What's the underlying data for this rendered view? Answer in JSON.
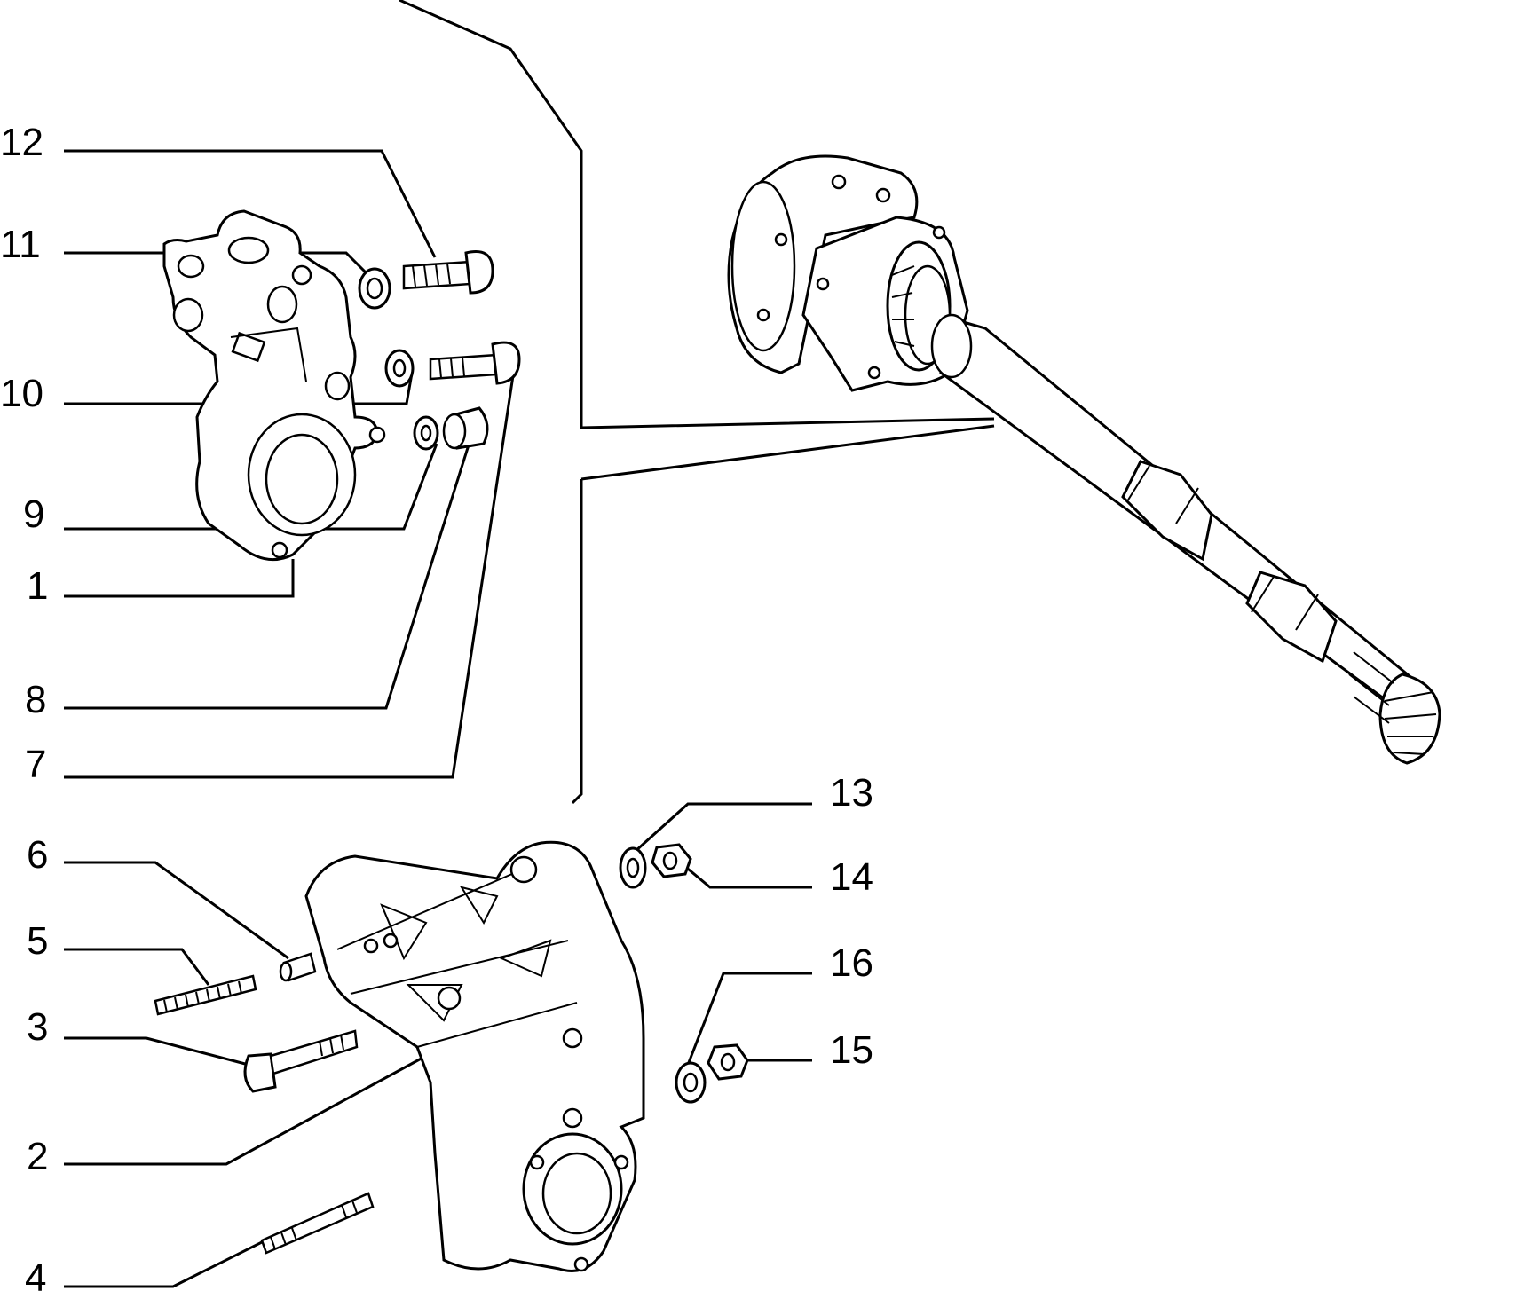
{
  "callouts": [
    {
      "id": "12",
      "label": "12"
    },
    {
      "id": "11",
      "label": "11"
    },
    {
      "id": "10",
      "label": "10"
    },
    {
      "id": "9",
      "label": "9"
    },
    {
      "id": "1",
      "label": "1"
    },
    {
      "id": "8",
      "label": "8"
    },
    {
      "id": "7",
      "label": "7"
    },
    {
      "id": "6",
      "label": "6"
    },
    {
      "id": "5",
      "label": "5"
    },
    {
      "id": "3",
      "label": "3"
    },
    {
      "id": "2",
      "label": "2"
    },
    {
      "id": "4",
      "label": "4"
    },
    {
      "id": "13",
      "label": "13"
    },
    {
      "id": "14",
      "label": "14"
    },
    {
      "id": "16",
      "label": "16"
    },
    {
      "id": "15",
      "label": "15"
    }
  ]
}
